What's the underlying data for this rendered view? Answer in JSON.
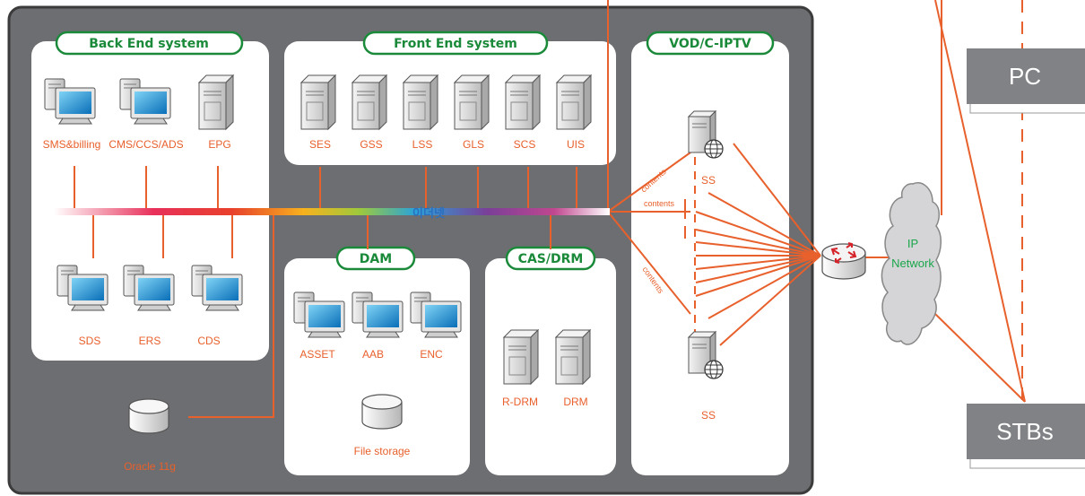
{
  "groups": {
    "back_end": "Back End system",
    "front_end": "Front End system",
    "vod": "VOD/C-IPTV",
    "dam": "DAM",
    "cas": "CAS/DRM"
  },
  "back_end_top": [
    "SMS&billing",
    "CMS/CCS/ADS",
    "EPG"
  ],
  "back_end_bottom": [
    "SDS",
    "ERS",
    "CDS"
  ],
  "front_end": [
    "SES",
    "GSS",
    "LSS",
    "GLS",
    "SCS",
    "UIS"
  ],
  "dam_nodes": [
    "ASSET",
    "AAB",
    "ENC"
  ],
  "dam_storage": "File storage",
  "cas_nodes": [
    "R-DRM",
    "DRM"
  ],
  "ss_top": "SS",
  "ss_bottom": "SS",
  "bus_label": "이더넷",
  "contents_labels": [
    "contents",
    "contents",
    "contents"
  ],
  "oracle": "Oracle 11g",
  "network": {
    "line1": "IP",
    "line2": "Network"
  },
  "pc": "PC",
  "stbs": "STBs",
  "colors": {
    "accent": "#e8602c",
    "green": "#1a8a3a",
    "frame": "#6d6e71",
    "box_gray": "#808285"
  }
}
